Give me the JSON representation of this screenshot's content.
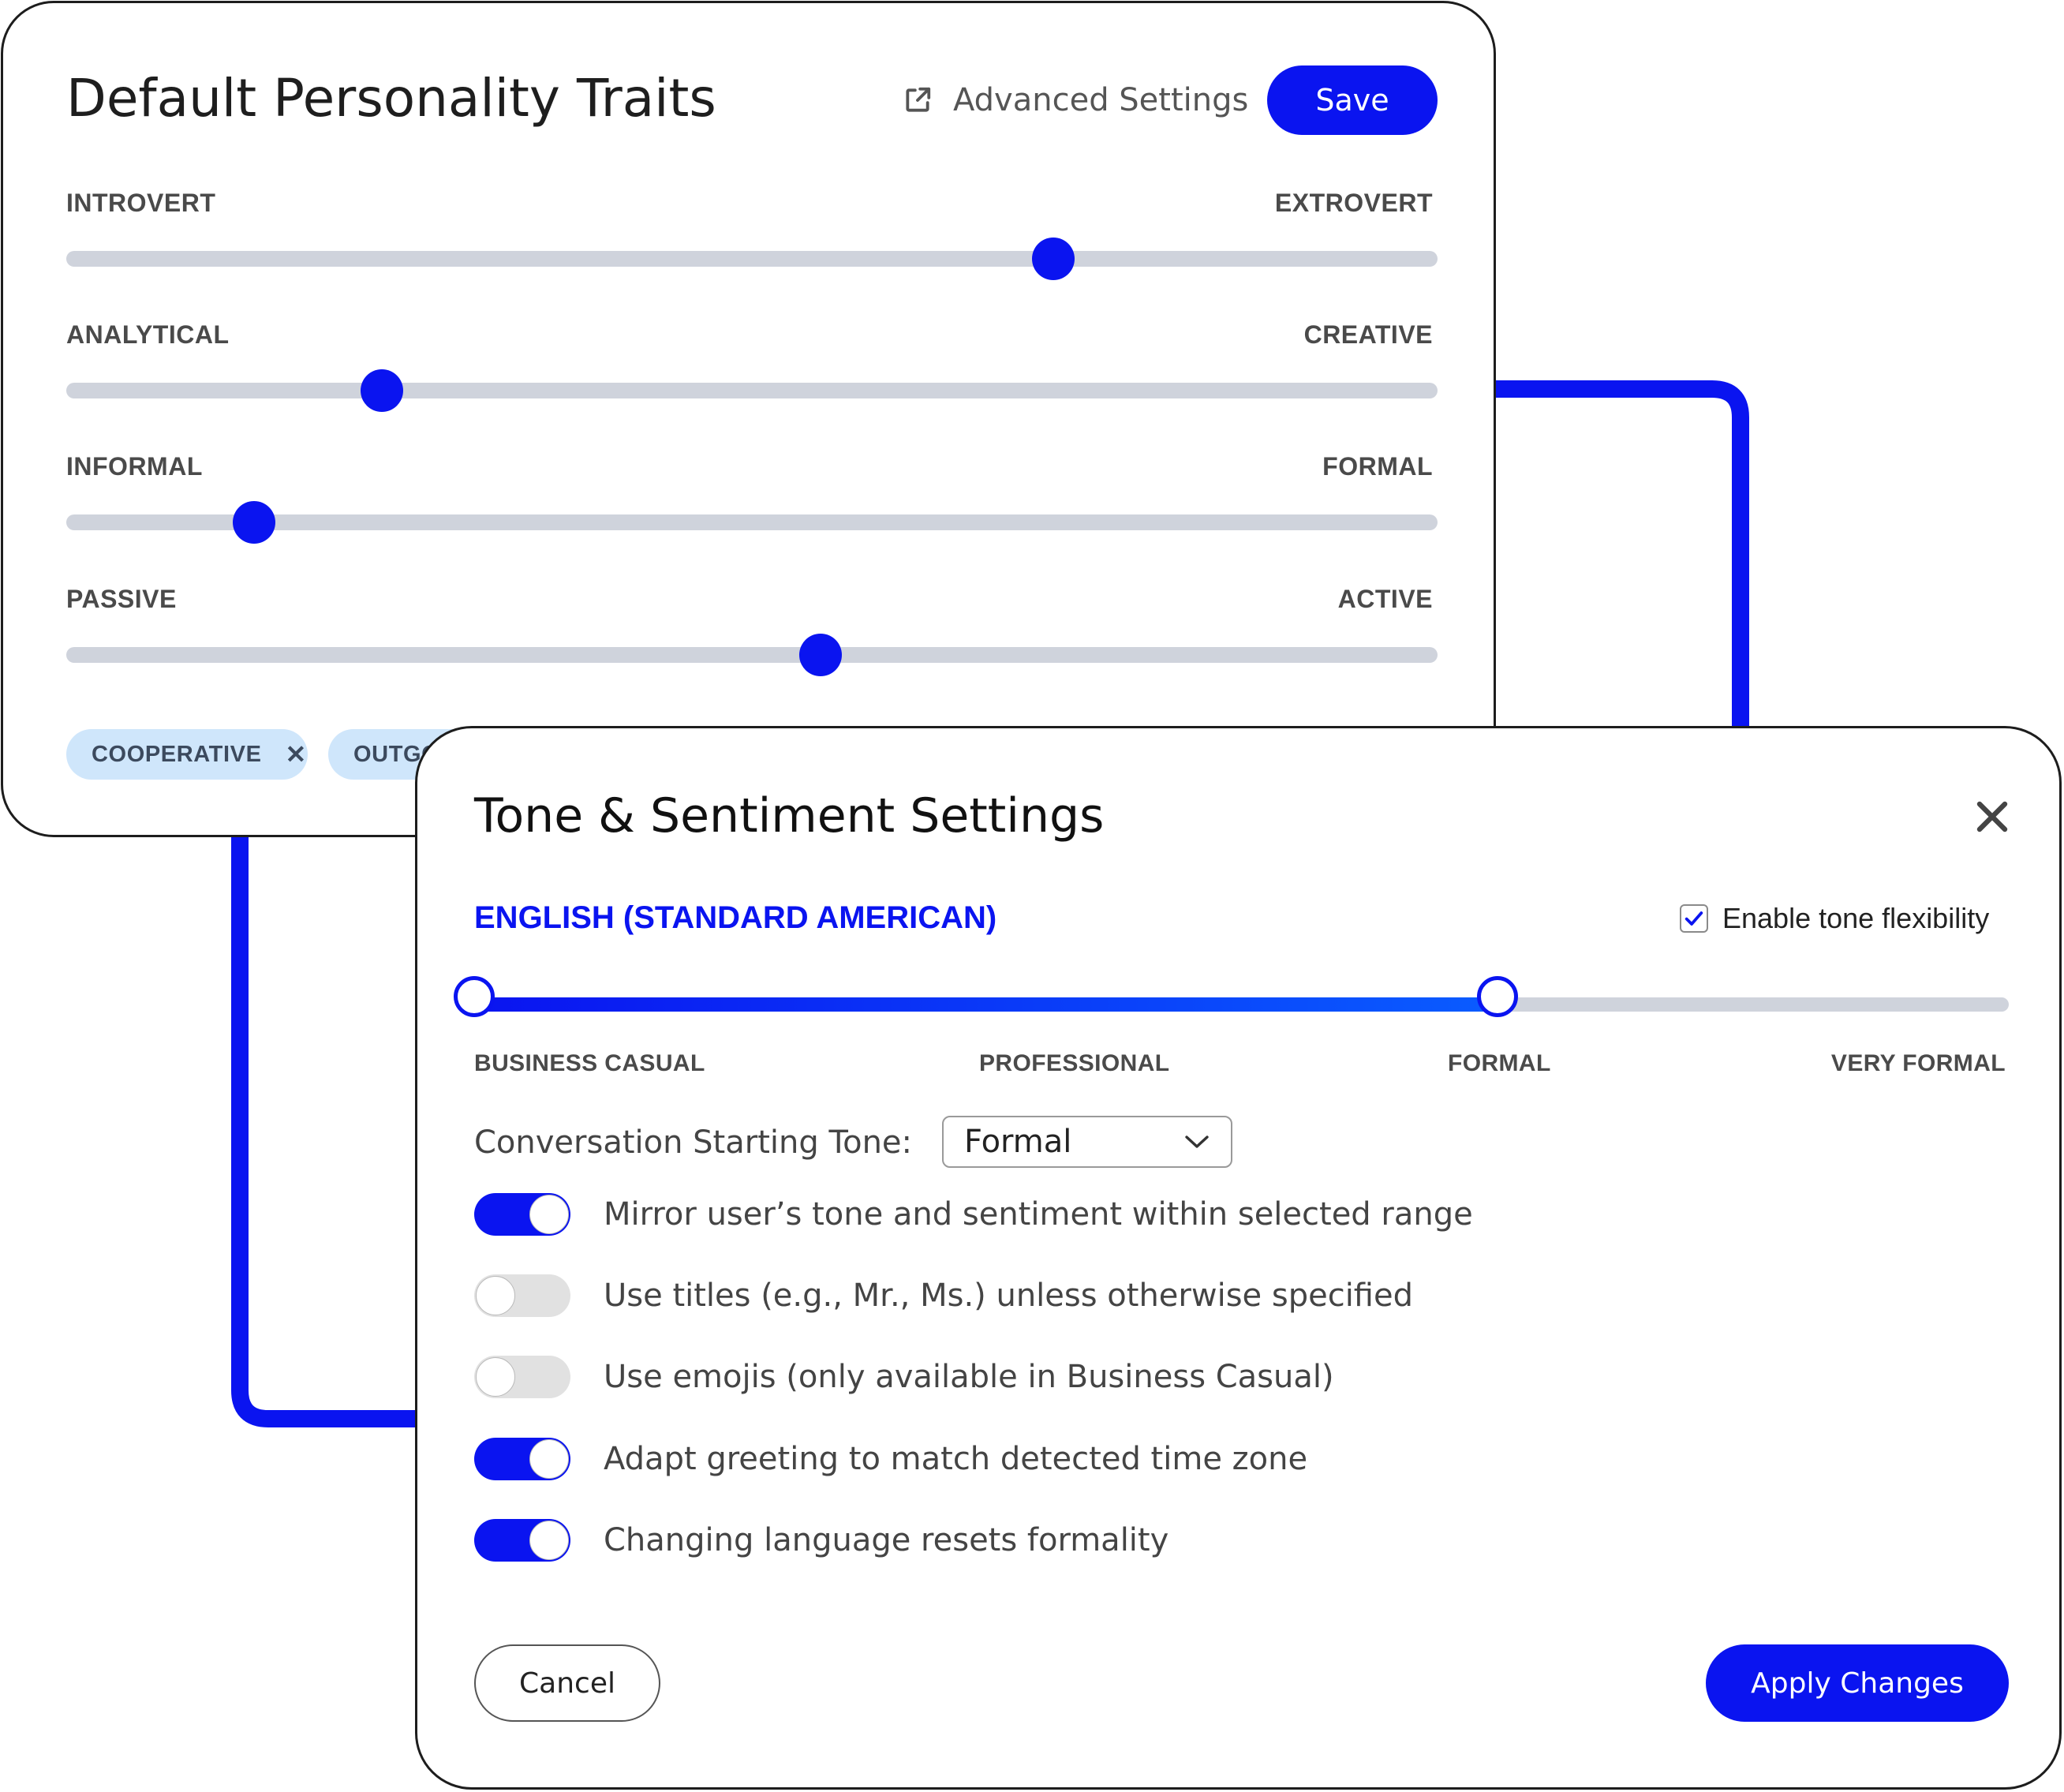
{
  "colors": {
    "accent": "#0a14f0",
    "track": "#cfd3dc",
    "chip_bg": "#cfe6fb",
    "toggle_off": "#e1e1e1"
  },
  "personality_card": {
    "title": "Default Personality Traits",
    "advanced_settings": {
      "label": "Advanced Settings",
      "icon": "external-link-icon"
    },
    "save_label": "Save",
    "sliders": [
      {
        "left_label": "INTROVERT",
        "right_label": "EXTROVERT",
        "value": 0.72
      },
      {
        "left_label": "ANALYTICAL",
        "right_label": "CREATIVE",
        "value": 0.23
      },
      {
        "left_label": "INFORMAL",
        "right_label": "FORMAL",
        "value": 0.137
      },
      {
        "left_label": "PASSIVE",
        "right_label": "ACTIVE",
        "value": 0.55
      }
    ],
    "chips": [
      {
        "label": "COOPERATIVE",
        "remove_icon": "close-icon"
      },
      {
        "label": "OUTGO"
      }
    ]
  },
  "tone_modal": {
    "title": "Tone & Sentiment Settings",
    "close_icon": "close-icon",
    "language": "ENGLISH (STANDARD AMERICAN)",
    "flexibility": {
      "label": "Enable tone flexibility",
      "checked": true,
      "icon": "check-icon"
    },
    "range": {
      "levels": [
        "BUSINESS CASUAL",
        "PROFESSIONAL",
        "FORMAL",
        "VERY FORMAL"
      ],
      "low_index": 0,
      "high_index": 2
    },
    "starting_tone": {
      "label": "Conversation Starting Tone:",
      "value": "Formal",
      "icon": "chevron-down-icon"
    },
    "toggles": [
      {
        "label": "Mirror user’s tone and sentiment within selected range",
        "on": true
      },
      {
        "label": "Use titles (e.g., Mr., Ms.) unless otherwise specified",
        "on": false
      },
      {
        "label": "Use emojis (only available in Business Casual)",
        "on": false
      },
      {
        "label": "Adapt greeting to match detected time zone",
        "on": true
      },
      {
        "label": "Changing language resets formality",
        "on": true
      }
    ],
    "cancel_label": "Cancel",
    "apply_label": "Apply Changes"
  }
}
